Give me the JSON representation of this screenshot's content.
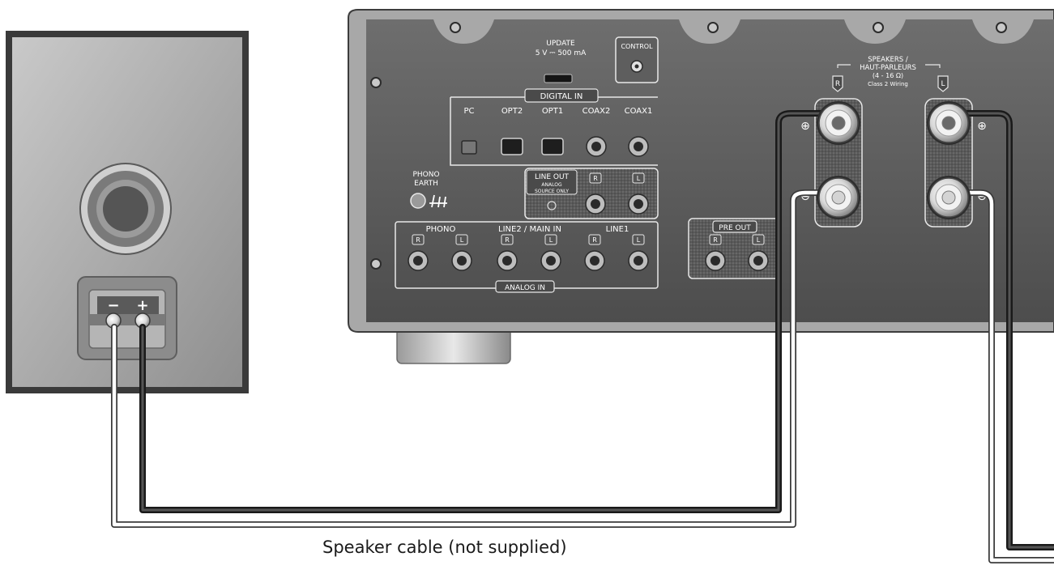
{
  "speaker": {
    "minus_label": "−",
    "plus_label": "+"
  },
  "amplifier": {
    "update_label": "UPDATE",
    "update_spec": "5 V ⎓ 500 mA",
    "control_label": "CONTROL",
    "digital_in_label": "DIGITAL IN",
    "digital_inputs": [
      "PC",
      "OPT2",
      "OPT1",
      "COAX2",
      "COAX1"
    ],
    "phono_earth_line1": "PHONO",
    "phono_earth_line2": "EARTH",
    "line_out_label": "LINE OUT",
    "line_out_note1": "ANALOG",
    "line_out_note2": "SOURCE ONLY",
    "analog_in_label": "ANALOG IN",
    "analog_groups": [
      "PHONO",
      "LINE2 / MAIN IN",
      "LINE1"
    ],
    "channel_r": "R",
    "channel_l": "L",
    "pre_out_label": "PRE OUT",
    "speakers_line1": "SPEAKERS /",
    "speakers_line2": "HAUT-PARLEURS",
    "speakers_line3": "(4 - 16 Ω)",
    "speakers_line4": "Class 2 Wiring",
    "plus_symbol": "⊕",
    "minus_symbol": "⊖"
  },
  "caption": "Speaker cable (not supplied)"
}
